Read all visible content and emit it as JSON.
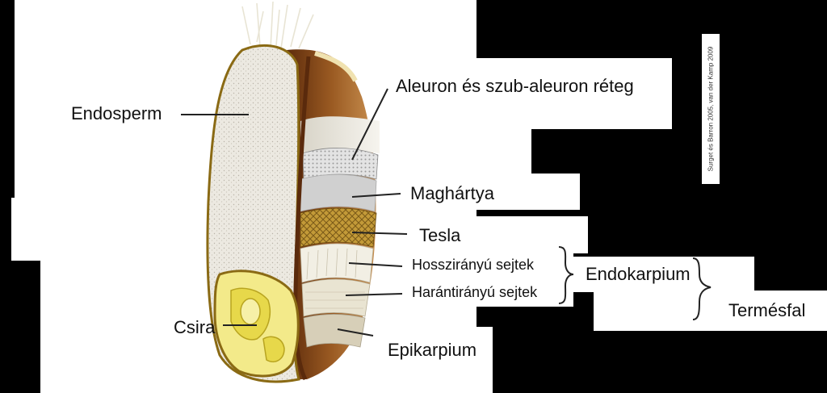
{
  "labels": {
    "endosperm": "Endosperm",
    "aleuron": "Aleuron és szub-aleuron réteg",
    "maghartya": "Maghártya",
    "tesla": "Tesla",
    "hossziranyu": "Hosszirányú sejtek",
    "harantiranyu": "Harántirányú sejtek",
    "endokarpium": "Endokarpium",
    "termesfal": "Termésfal",
    "csira": "Csira",
    "epikarpium": "Epikarpium"
  },
  "citation": "Surget és Barron 2005, van der Kamp 2009",
  "colors": {
    "background": "#000000",
    "panel": "#ffffff",
    "endosperm": "#e9e6de",
    "outline": "#8a6a14",
    "bran": "#7a3f12",
    "germ": "#f3ea8a",
    "tesla": "#b98d2c",
    "aleuron": "#d9d9d9"
  }
}
